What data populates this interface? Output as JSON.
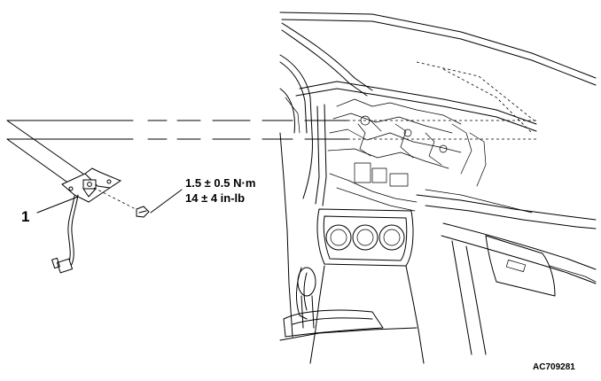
{
  "labels": {
    "callout_number": "1",
    "torque_metric": "1.5 ± 0.5 N·m",
    "torque_imperial": "14 ± 4 in-lb",
    "figure_id": "AC709281"
  }
}
